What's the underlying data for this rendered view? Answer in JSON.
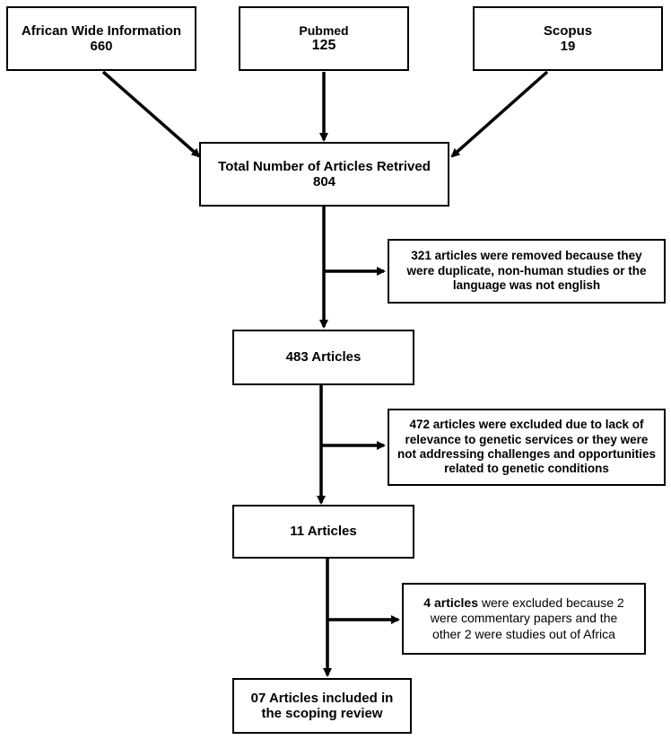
{
  "sources": [
    {
      "name": "African Wide Information",
      "count": "660"
    },
    {
      "name": "Pubmed",
      "count": "125"
    },
    {
      "name": "Scopus",
      "count": "19"
    }
  ],
  "stages": [
    {
      "line1": "Total Number of Articles Retrived",
      "line2": "804"
    },
    {
      "line1": "483 Articles"
    },
    {
      "line1": "11 Articles"
    },
    {
      "line1": "07 Articles included in",
      "line2": "the scoping review"
    }
  ],
  "exclusions": [
    {
      "lines": [
        "321 articles were removed because they",
        "were duplicate, non-human studies or the",
        "language was not english"
      ]
    },
    {
      "lines": [
        "472 articles were excluded due to lack of",
        "relevance to genetic services or they were",
        "not addressing challenges and opportunities",
        "related to genetic conditions"
      ]
    },
    {
      "bold": "4 articles",
      "rest": " were excluded because 2",
      "lines": [
        "were commentary papers and the",
        "other 2 were studies out of Africa"
      ]
    }
  ]
}
